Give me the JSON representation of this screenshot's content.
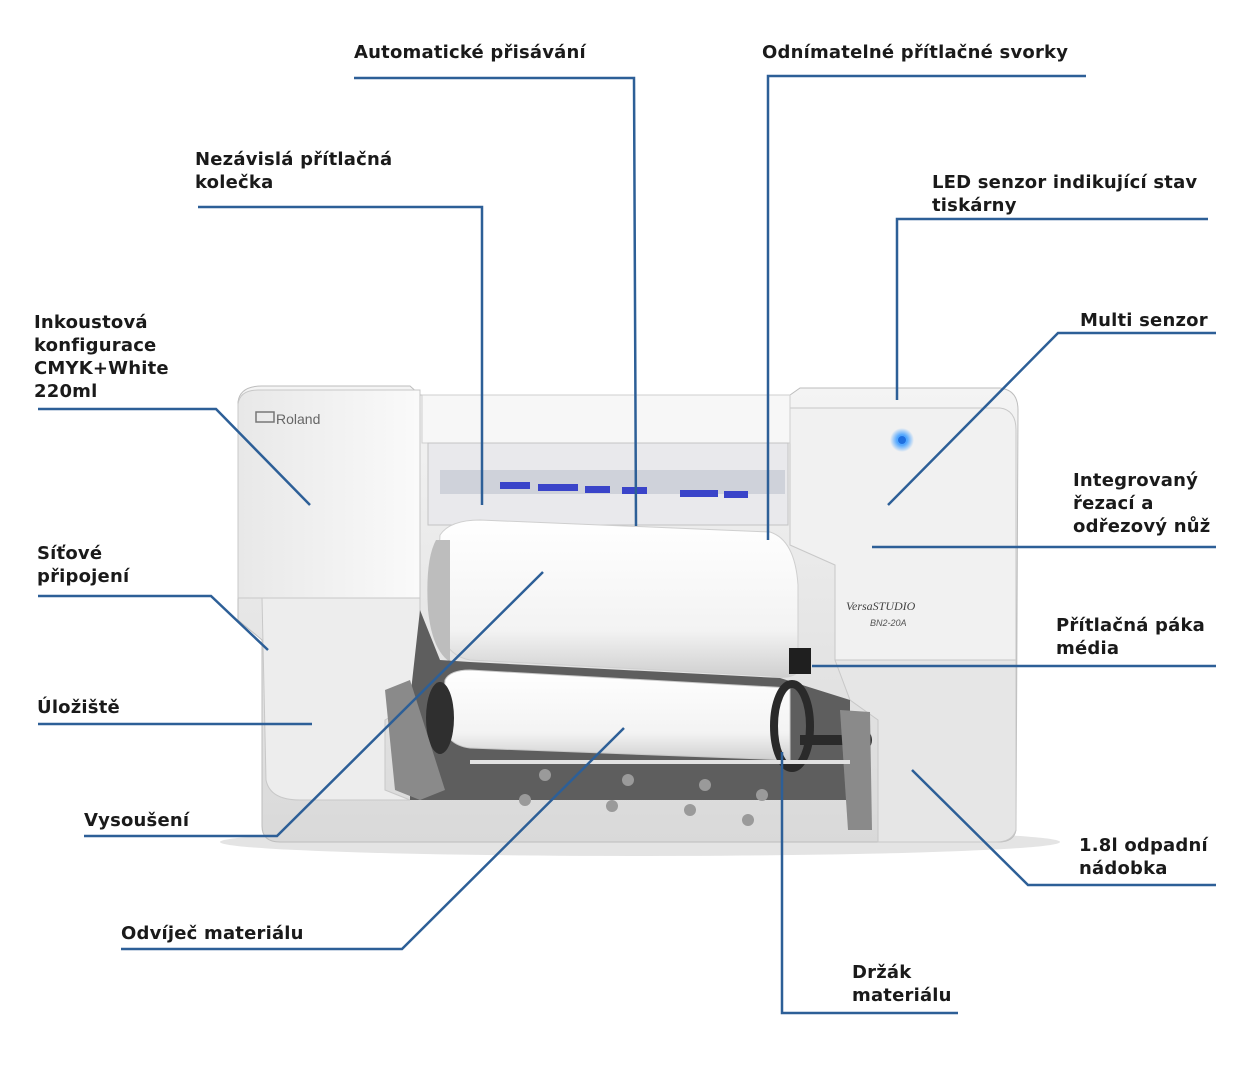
{
  "accent_color": "#2d5f97",
  "brand": {
    "logo_text": "Roland",
    "model_name": "VersaSTUDIO",
    "model_code": "BN2-20A"
  },
  "labels": {
    "auto_suction": [
      "Automatické přisávání"
    ],
    "removable_clamps": [
      "Odnímatelné přítlačné svorky"
    ],
    "pinch_rollers": [
      "Nezávislá přítlačná",
      "kolečka"
    ],
    "led_sensor": [
      "LED senzor indikující stav",
      "tiskárny"
    ],
    "ink_config": [
      "Inkoustová",
      "konfigurace",
      "CMYK+White",
      "220ml"
    ],
    "multi_sensor": [
      "Multi senzor"
    ],
    "cutter": [
      "Integrovaný",
      "řezací a",
      "odřezový nůž"
    ],
    "network": [
      "Síťové",
      "připojení"
    ],
    "media_lever": [
      "Přítlačná páka",
      "média"
    ],
    "storage": [
      "Úložiště"
    ],
    "drying": [
      "Vysoušení"
    ],
    "waste_bottle": [
      "1.8l odpadní",
      "nádobka"
    ],
    "unwinder": [
      "Odvíječ materiálu"
    ],
    "media_holder": [
      "Držák",
      "materiálu"
    ]
  }
}
